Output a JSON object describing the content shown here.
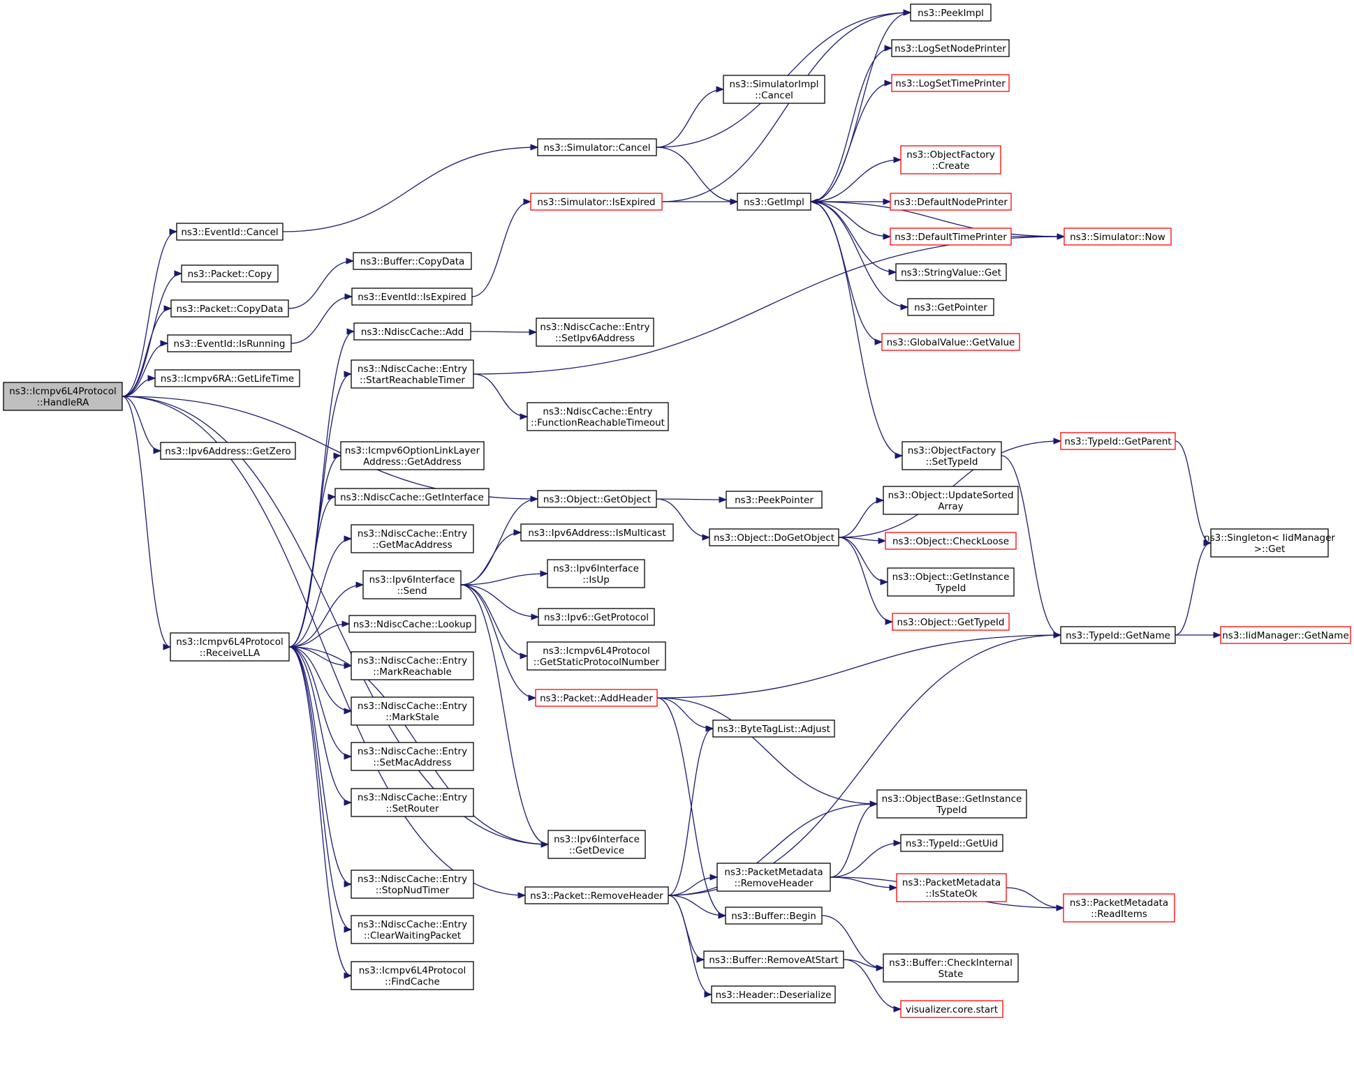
{
  "colors": {
    "edge": "#191970",
    "box_border_normal": "#000000",
    "box_border_truncated": "#ff0000",
    "root_fill": "#bfbfbf",
    "box_fill": "#ffffff"
  },
  "nodes": [
    {
      "id": "handlera",
      "lines": [
        "ns3::Icmpv6L4Protocol",
        "::HandleRA"
      ],
      "style": "root"
    },
    {
      "id": "eventid_cancel",
      "lines": [
        "ns3::EventId::Cancel"
      ],
      "style": "normal"
    },
    {
      "id": "packet_copy",
      "lines": [
        "ns3::Packet::Copy"
      ],
      "style": "normal"
    },
    {
      "id": "packet_copydata",
      "lines": [
        "ns3::Packet::CopyData"
      ],
      "style": "normal"
    },
    {
      "id": "eventid_isrunning",
      "lines": [
        "ns3::EventId::IsRunning"
      ],
      "style": "normal"
    },
    {
      "id": "icmpv6ra_getlifetime",
      "lines": [
        "ns3::Icmpv6RA::GetLifeTime"
      ],
      "style": "normal"
    },
    {
      "id": "ipv6address_getzero",
      "lines": [
        "ns3::Ipv6Address::GetZero"
      ],
      "style": "normal"
    },
    {
      "id": "receivella",
      "lines": [
        "ns3::Icmpv6L4Protocol",
        "::ReceiveLLA"
      ],
      "style": "normal"
    },
    {
      "id": "buffer_copydata",
      "lines": [
        "ns3::Buffer::CopyData"
      ],
      "style": "normal"
    },
    {
      "id": "eventid_isexpired",
      "lines": [
        "ns3::EventId::IsExpired"
      ],
      "style": "normal"
    },
    {
      "id": "ndisccache_add",
      "lines": [
        "ns3::NdiscCache::Add"
      ],
      "style": "normal"
    },
    {
      "id": "entry_startreachabletimer",
      "lines": [
        "ns3::NdiscCache::Entry",
        "::StartReachableTimer"
      ],
      "style": "normal"
    },
    {
      "id": "optionlinklayer_getaddress",
      "lines": [
        "ns3::Icmpv6OptionLinkLayer",
        "Address::GetAddress"
      ],
      "style": "normal"
    },
    {
      "id": "ndisccache_getinterface",
      "lines": [
        "ns3::NdiscCache::GetInterface"
      ],
      "style": "normal"
    },
    {
      "id": "entry_getmacaddress",
      "lines": [
        "ns3::NdiscCache::Entry",
        "::GetMacAddress"
      ],
      "style": "normal"
    },
    {
      "id": "ipv6interface_send",
      "lines": [
        "ns3::Ipv6Interface",
        "::Send"
      ],
      "style": "normal"
    },
    {
      "id": "ndisccache_lookup",
      "lines": [
        "ns3::NdiscCache::Lookup"
      ],
      "style": "normal"
    },
    {
      "id": "entry_markreachable",
      "lines": [
        "ns3::NdiscCache::Entry",
        "::MarkReachable"
      ],
      "style": "normal"
    },
    {
      "id": "entry_markstale",
      "lines": [
        "ns3::NdiscCache::Entry",
        "::MarkStale"
      ],
      "style": "normal"
    },
    {
      "id": "entry_setmacaddress",
      "lines": [
        "ns3::NdiscCache::Entry",
        "::SetMacAddress"
      ],
      "style": "normal"
    },
    {
      "id": "entry_setrouter",
      "lines": [
        "ns3::NdiscCache::Entry",
        "::SetRouter"
      ],
      "style": "normal"
    },
    {
      "id": "entry_stopnudtimer",
      "lines": [
        "ns3::NdiscCache::Entry",
        "::StopNudTimer"
      ],
      "style": "normal"
    },
    {
      "id": "entry_clearwaitingpacket",
      "lines": [
        "ns3::NdiscCache::Entry",
        "::ClearWaitingPacket"
      ],
      "style": "normal"
    },
    {
      "id": "findcache",
      "lines": [
        "ns3::Icmpv6L4Protocol",
        "::FindCache"
      ],
      "style": "normal"
    },
    {
      "id": "simulator_cancel",
      "lines": [
        "ns3::Simulator::Cancel"
      ],
      "style": "normal"
    },
    {
      "id": "simulator_isexpired",
      "lines": [
        "ns3::Simulator::IsExpired"
      ],
      "style": "truncated"
    },
    {
      "id": "entry_setipv6address",
      "lines": [
        "ns3::NdiscCache::Entry",
        "::SetIpv6Address"
      ],
      "style": "normal"
    },
    {
      "id": "entry_functionreachabletimeout",
      "lines": [
        "ns3::NdiscCache::Entry",
        "::FunctionReachableTimeout"
      ],
      "style": "normal"
    },
    {
      "id": "object_getobject",
      "lines": [
        "ns3::Object::GetObject"
      ],
      "style": "normal"
    },
    {
      "id": "ipv6address_ismulticast",
      "lines": [
        "ns3::Ipv6Address::IsMulticast"
      ],
      "style": "normal"
    },
    {
      "id": "ipv6interface_isup",
      "lines": [
        "ns3::Ipv6Interface",
        "::IsUp"
      ],
      "style": "normal"
    },
    {
      "id": "ipv6_getprotocol",
      "lines": [
        "ns3::Ipv6::GetProtocol"
      ],
      "style": "normal"
    },
    {
      "id": "getstaticprotocolnumber",
      "lines": [
        "ns3::Icmpv6L4Protocol",
        "::GetStaticProtocolNumber"
      ],
      "style": "normal"
    },
    {
      "id": "packet_addheader",
      "lines": [
        "ns3::Packet::AddHeader"
      ],
      "style": "truncated"
    },
    {
      "id": "ipv6interface_getdevice",
      "lines": [
        "ns3::Ipv6Interface",
        "::GetDevice"
      ],
      "style": "normal"
    },
    {
      "id": "packet_removeheader",
      "lines": [
        "ns3::Packet::RemoveHeader"
      ],
      "style": "normal"
    },
    {
      "id": "simulatorimpl_cancel",
      "lines": [
        "ns3::SimulatorImpl",
        "::Cancel"
      ],
      "style": "normal"
    },
    {
      "id": "getimpl",
      "lines": [
        "ns3::GetImpl"
      ],
      "style": "normal"
    },
    {
      "id": "peekpointer",
      "lines": [
        "ns3::PeekPointer"
      ],
      "style": "normal"
    },
    {
      "id": "object_dogetobject",
      "lines": [
        "ns3::Object::DoGetObject"
      ],
      "style": "normal"
    },
    {
      "id": "bytetaglist_adjust",
      "lines": [
        "ns3::ByteTagList::Adjust"
      ],
      "style": "normal"
    },
    {
      "id": "packetmetadata_removeheader",
      "lines": [
        "ns3::PacketMetadata",
        "::RemoveHeader"
      ],
      "style": "normal"
    },
    {
      "id": "buffer_begin",
      "lines": [
        "ns3::Buffer::Begin"
      ],
      "style": "normal"
    },
    {
      "id": "buffer_removeatstart",
      "lines": [
        "ns3::Buffer::RemoveAtStart"
      ],
      "style": "normal"
    },
    {
      "id": "header_deserialize",
      "lines": [
        "ns3::Header::Deserialize"
      ],
      "style": "normal"
    },
    {
      "id": "peekimpl",
      "lines": [
        "ns3::PeekImpl"
      ],
      "style": "normal"
    },
    {
      "id": "logsetnodeprinter",
      "lines": [
        "ns3::LogSetNodePrinter"
      ],
      "style": "normal"
    },
    {
      "id": "logsettimeprinter",
      "lines": [
        "ns3::LogSetTimePrinter"
      ],
      "style": "truncated"
    },
    {
      "id": "objectfactory_create",
      "lines": [
        "ns3::ObjectFactory",
        "::Create"
      ],
      "style": "truncated"
    },
    {
      "id": "defaultnodeprinter",
      "lines": [
        "ns3::DefaultNodePrinter"
      ],
      "style": "truncated"
    },
    {
      "id": "defaulttimeprinter",
      "lines": [
        "ns3::DefaultTimePrinter"
      ],
      "style": "truncated"
    },
    {
      "id": "stringvalue_get",
      "lines": [
        "ns3::StringValue::Get"
      ],
      "style": "normal"
    },
    {
      "id": "getpointer",
      "lines": [
        "ns3::GetPointer"
      ],
      "style": "normal"
    },
    {
      "id": "globalvalue_getvalue",
      "lines": [
        "ns3::GlobalValue::GetValue"
      ],
      "style": "truncated"
    },
    {
      "id": "objectfactory_settypeid",
      "lines": [
        "ns3::ObjectFactory",
        "::SetTypeId"
      ],
      "style": "normal"
    },
    {
      "id": "object_updatesortedarray",
      "lines": [
        "ns3::Object::UpdateSorted",
        "Array"
      ],
      "style": "normal"
    },
    {
      "id": "object_checkloose",
      "lines": [
        "ns3::Object::CheckLoose"
      ],
      "style": "truncated"
    },
    {
      "id": "object_getinstancetypeid",
      "lines": [
        "ns3::Object::GetInstance",
        "TypeId"
      ],
      "style": "normal"
    },
    {
      "id": "object_gettypeid",
      "lines": [
        "ns3::Object::GetTypeId"
      ],
      "style": "truncated"
    },
    {
      "id": "objectbase_getinstancetypeid",
      "lines": [
        "ns3::ObjectBase::GetInstance",
        "TypeId"
      ],
      "style": "normal"
    },
    {
      "id": "typeid_getuid",
      "lines": [
        "ns3::TypeId::GetUid"
      ],
      "style": "normal"
    },
    {
      "id": "packetmetadata_isstateok",
      "lines": [
        "ns3::PacketMetadata",
        "::IsStateOk"
      ],
      "style": "truncated"
    },
    {
      "id": "buffer_checkinternalstate",
      "lines": [
        "ns3::Buffer::CheckInternal",
        "State"
      ],
      "style": "normal"
    },
    {
      "id": "visualizer_core_start",
      "lines": [
        "visualizer.core.start"
      ],
      "style": "truncated"
    },
    {
      "id": "simulator_now",
      "lines": [
        "ns3::Simulator::Now"
      ],
      "style": "truncated"
    },
    {
      "id": "typeid_getparent",
      "lines": [
        "ns3::TypeId::GetParent"
      ],
      "style": "truncated"
    },
    {
      "id": "typeid_getname",
      "lines": [
        "ns3::TypeId::GetName"
      ],
      "style": "normal"
    },
    {
      "id": "packetmetadata_readitems",
      "lines": [
        "ns3::PacketMetadata",
        "::ReadItems"
      ],
      "style": "truncated"
    },
    {
      "id": "singleton_iidmanager_get",
      "lines": [
        "ns3::Singleton< IidManager",
        ">::Get"
      ],
      "style": "normal"
    },
    {
      "id": "iidmanager_getname",
      "lines": [
        "ns3::IidManager::GetName"
      ],
      "style": "truncated"
    }
  ],
  "edges": [
    [
      "handlera",
      "eventid_cancel"
    ],
    [
      "handlera",
      "packet_copy"
    ],
    [
      "handlera",
      "packet_copydata"
    ],
    [
      "handlera",
      "eventid_isrunning"
    ],
    [
      "handlera",
      "icmpv6ra_getlifetime"
    ],
    [
      "handlera",
      "ipv6address_getzero"
    ],
    [
      "handlera",
      "receivella"
    ],
    [
      "handlera",
      "object_getobject"
    ],
    [
      "handlera",
      "ipv6interface_getdevice"
    ],
    [
      "handlera",
      "packet_removeheader"
    ],
    [
      "eventid_cancel",
      "simulator_cancel"
    ],
    [
      "packet_copydata",
      "buffer_copydata"
    ],
    [
      "eventid_isrunning",
      "eventid_isexpired"
    ],
    [
      "eventid_isexpired",
      "simulator_isexpired"
    ],
    [
      "simulator_cancel",
      "simulatorimpl_cancel"
    ],
    [
      "simulator_cancel",
      "getimpl"
    ],
    [
      "simulator_cancel",
      "peekimpl"
    ],
    [
      "simulator_isexpired",
      "getimpl"
    ],
    [
      "simulator_isexpired",
      "peekimpl"
    ],
    [
      "getimpl",
      "peekimpl"
    ],
    [
      "getimpl",
      "logsetnodeprinter"
    ],
    [
      "getimpl",
      "logsettimeprinter"
    ],
    [
      "getimpl",
      "objectfactory_create"
    ],
    [
      "getimpl",
      "defaultnodeprinter"
    ],
    [
      "getimpl",
      "defaulttimeprinter"
    ],
    [
      "getimpl",
      "stringvalue_get"
    ],
    [
      "getimpl",
      "getpointer"
    ],
    [
      "getimpl",
      "globalvalue_getvalue"
    ],
    [
      "getimpl",
      "objectfactory_settypeid"
    ],
    [
      "defaulttimeprinter",
      "simulator_now"
    ],
    [
      "simulator_now",
      "getimpl"
    ],
    [
      "receivella",
      "ndisccache_add"
    ],
    [
      "receivella",
      "entry_startreachabletimer"
    ],
    [
      "receivella",
      "optionlinklayer_getaddress"
    ],
    [
      "receivella",
      "ndisccache_getinterface"
    ],
    [
      "receivella",
      "entry_getmacaddress"
    ],
    [
      "receivella",
      "ipv6interface_send"
    ],
    [
      "receivella",
      "ndisccache_lookup"
    ],
    [
      "receivella",
      "entry_markreachable"
    ],
    [
      "receivella",
      "entry_markstale"
    ],
    [
      "receivella",
      "entry_setmacaddress"
    ],
    [
      "receivella",
      "entry_setrouter"
    ],
    [
      "receivella",
      "ipv6interface_getdevice"
    ],
    [
      "receivella",
      "entry_stopnudtimer"
    ],
    [
      "receivella",
      "entry_clearwaitingpacket"
    ],
    [
      "receivella",
      "findcache"
    ],
    [
      "ndisccache_add",
      "entry_setipv6address"
    ],
    [
      "entry_startreachabletimer",
      "entry_functionreachabletimeout"
    ],
    [
      "entry_startreachabletimer",
      "simulator_now"
    ],
    [
      "ipv6interface_send",
      "object_getobject"
    ],
    [
      "ipv6interface_send",
      "ipv6address_ismulticast"
    ],
    [
      "ipv6interface_send",
      "ipv6interface_isup"
    ],
    [
      "ipv6interface_send",
      "ipv6_getprotocol"
    ],
    [
      "ipv6interface_send",
      "getstaticprotocolnumber"
    ],
    [
      "ipv6interface_send",
      "packet_addheader"
    ],
    [
      "ipv6interface_send",
      "ipv6interface_getdevice"
    ],
    [
      "object_getobject",
      "peekpointer"
    ],
    [
      "object_getobject",
      "object_dogetobject"
    ],
    [
      "object_dogetobject",
      "typeid_getparent"
    ],
    [
      "object_dogetobject",
      "object_updatesortedarray"
    ],
    [
      "object_dogetobject",
      "object_checkloose"
    ],
    [
      "object_dogetobject",
      "object_getinstancetypeid"
    ],
    [
      "object_dogetobject",
      "object_gettypeid"
    ],
    [
      "objectfactory_settypeid",
      "typeid_getname"
    ],
    [
      "typeid_getparent",
      "singleton_iidmanager_get"
    ],
    [
      "typeid_getname",
      "singleton_iidmanager_get"
    ],
    [
      "typeid_getname",
      "iidmanager_getname"
    ],
    [
      "packet_addheader",
      "typeid_getname"
    ],
    [
      "packet_addheader",
      "bytetaglist_adjust"
    ],
    [
      "packet_addheader",
      "objectbase_getinstancetypeid"
    ],
    [
      "packet_addheader",
      "buffer_begin"
    ],
    [
      "packet_removeheader",
      "bytetaglist_adjust"
    ],
    [
      "packet_removeheader",
      "typeid_getname"
    ],
    [
      "packet_removeheader",
      "objectbase_getinstancetypeid"
    ],
    [
      "packet_removeheader",
      "packetmetadata_removeheader"
    ],
    [
      "packet_removeheader",
      "buffer_begin"
    ],
    [
      "packet_removeheader",
      "buffer_removeatstart"
    ],
    [
      "packet_removeheader",
      "header_deserialize"
    ],
    [
      "packetmetadata_removeheader",
      "objectbase_getinstancetypeid"
    ],
    [
      "packetmetadata_removeheader",
      "typeid_getuid"
    ],
    [
      "packetmetadata_removeheader",
      "packetmetadata_isstateok"
    ],
    [
      "packetmetadata_removeheader",
      "packetmetadata_readitems"
    ],
    [
      "packetmetadata_isstateok",
      "packetmetadata_readitems"
    ],
    [
      "buffer_begin",
      "buffer_checkinternalstate"
    ],
    [
      "buffer_removeatstart",
      "buffer_checkinternalstate"
    ],
    [
      "buffer_removeatstart",
      "visualizer_core_start"
    ]
  ]
}
